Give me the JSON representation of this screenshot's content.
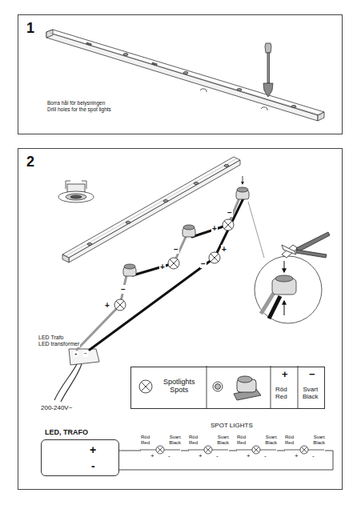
{
  "diagram": {
    "nodes": [
      {
        "text": [
          "1",
          "Borra hål för belysningen",
          "Drill holes for the spot lights"
        ]
      },
      {
        "text": [
          "2"
        ]
      },
      {
        "text": [
          "Spotlights Spots",
          "+",
          "Röd Red",
          "−",
          "Svart Black"
        ],
        "in": 1
      },
      {
        "text": [
          "LED, TRAFO",
          "+",
          "-"
        ],
        "in": 1
      },
      {
        "text": [
          "Röd Red",
          "Svart Black",
          "+",
          "-"
        ],
        "in": 1
      },
      {
        "text": [
          "Röd Red",
          "Svart Black",
          "+",
          "-"
        ],
        "in": 1
      },
      {
        "text": [
          "Röd Red",
          "Svart Black",
          "+",
          "-"
        ],
        "in": 1
      },
      {
        "text": [
          "Röd Red",
          "Svart Black",
          "+",
          "-"
        ],
        "in": 1
      }
    ],
    "edges": [
      {
        "from": 3,
        "to": 4,
        "arrow": "none"
      },
      {
        "from": 4,
        "to": 5,
        "arrow": "none"
      },
      {
        "from": 5,
        "to": 6,
        "arrow": "none"
      },
      {
        "from": 6,
        "to": 7,
        "arrow": "none"
      },
      {
        "from": 7,
        "to": 3,
        "arrow": "none"
      }
    ],
    "labels": [
      "LED Trafo",
      "LED transformer",
      "200-240V~",
      "+",
      "−",
      "+",
      "−",
      "+",
      "−",
      "−",
      "+",
      "+",
      "−",
      "SPOT LIGHTS"
    ]
  }
}
